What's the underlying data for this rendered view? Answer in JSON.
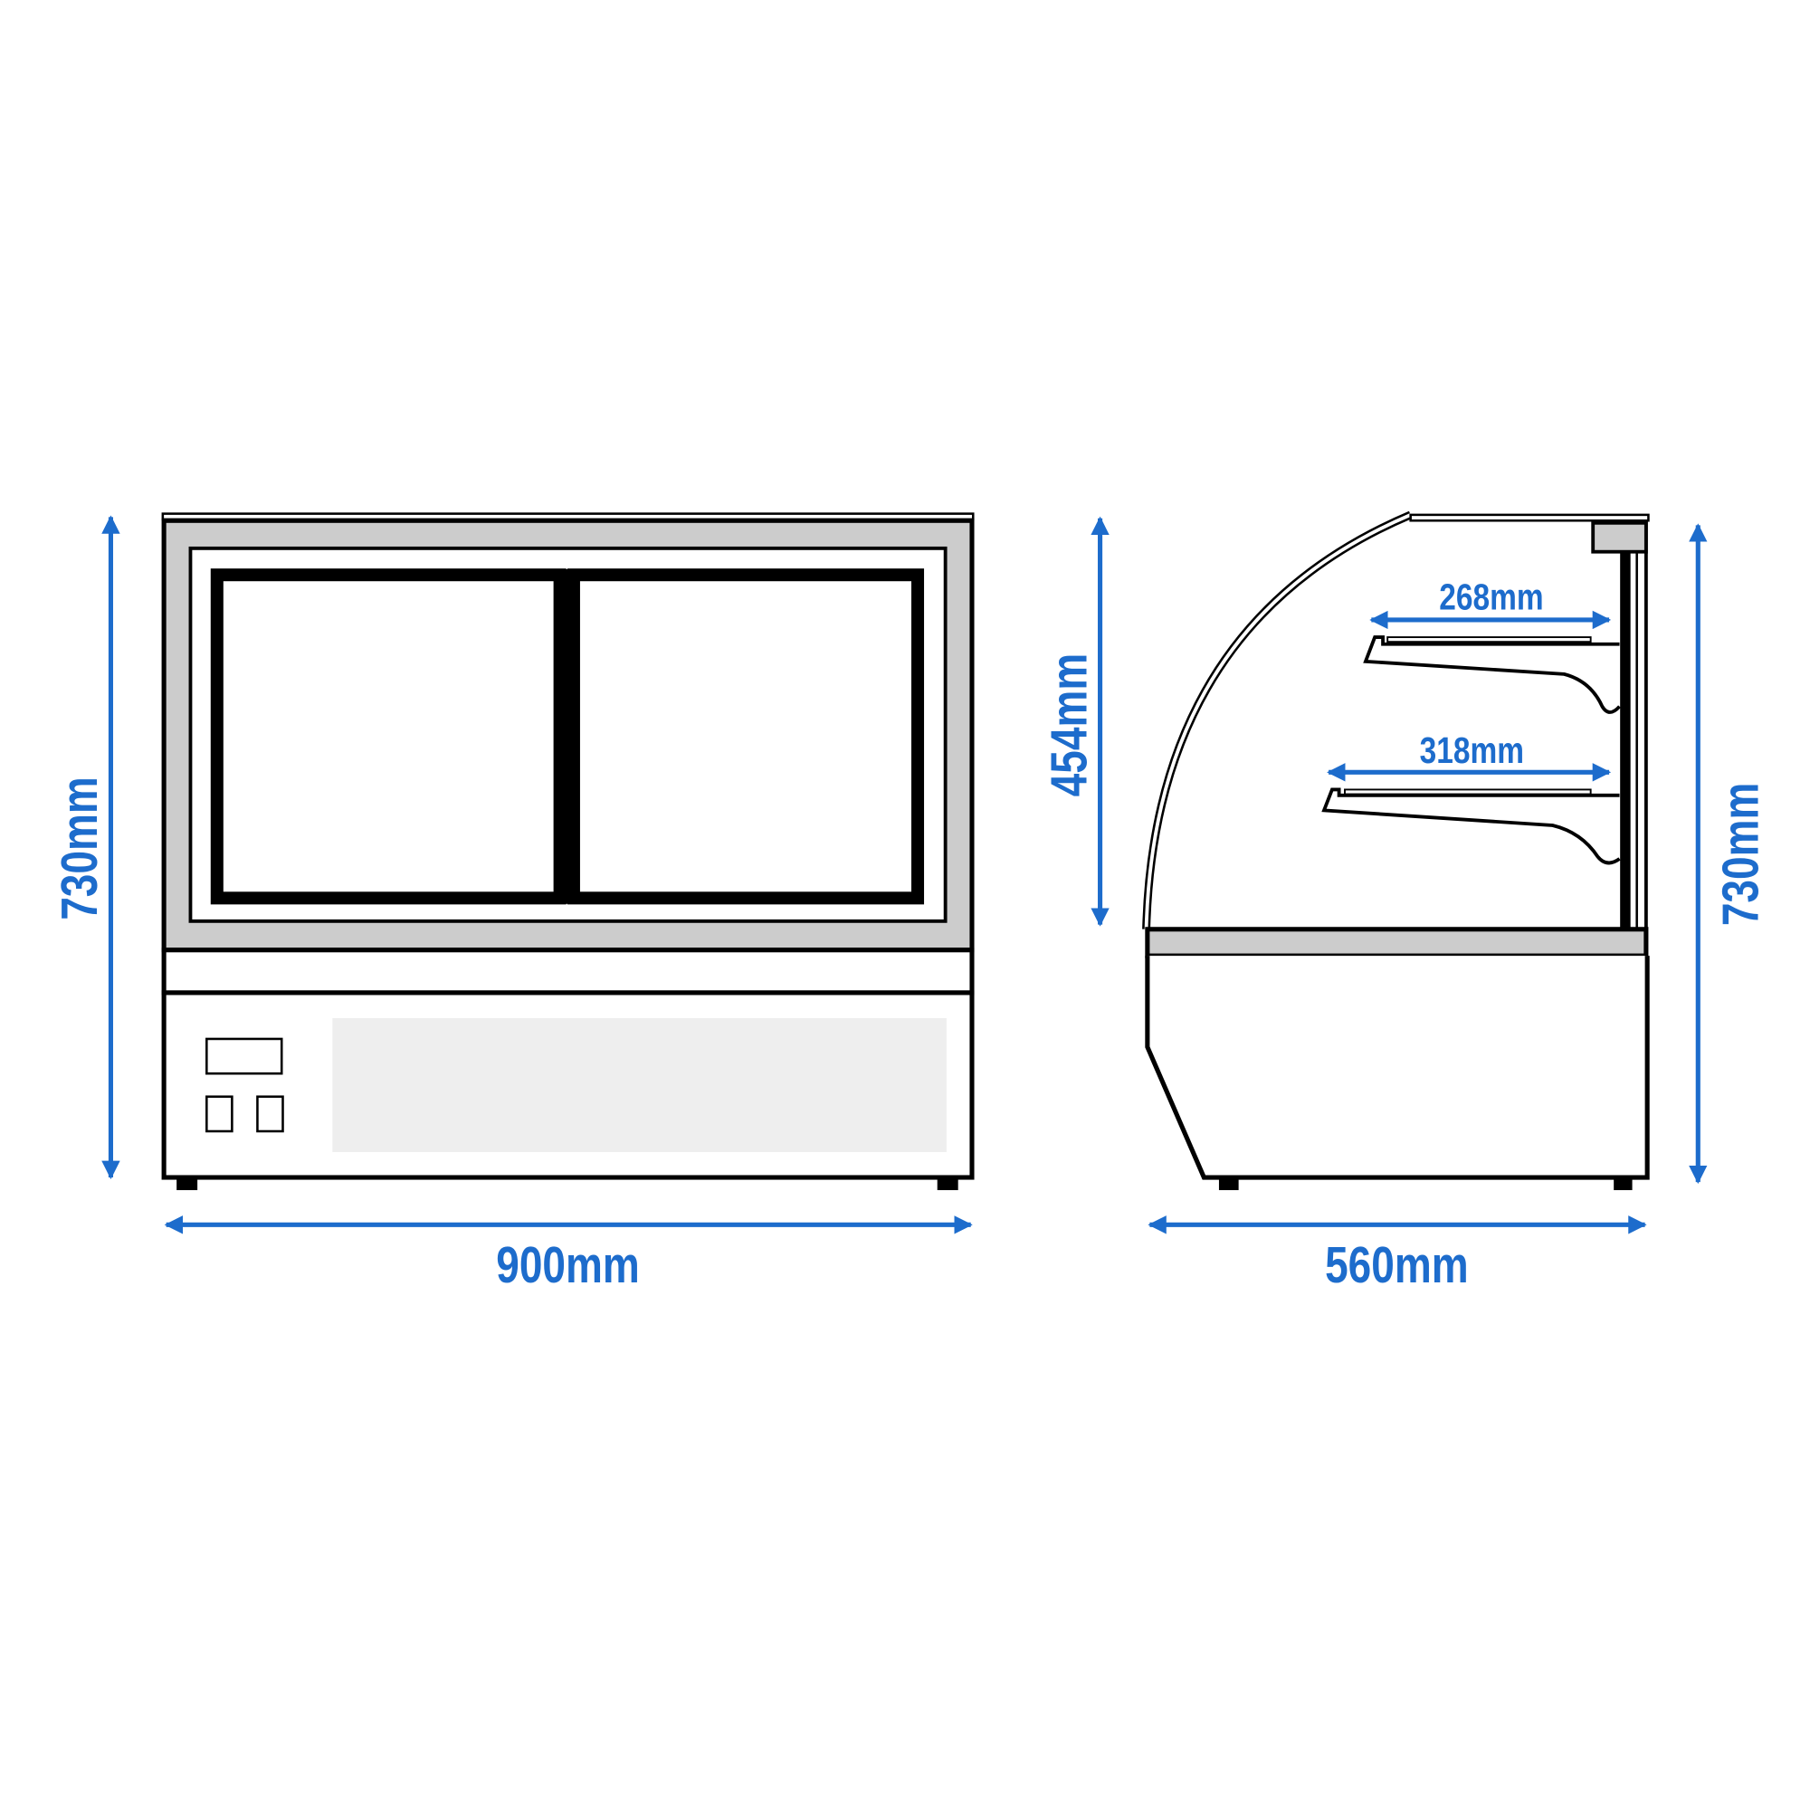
{
  "colors": {
    "dimension": "#1d6ccc",
    "outline": "#000000",
    "panel_grey": "#cccccc",
    "light_panel": "#eeeeee"
  },
  "front_view": {
    "height_label": "730mm",
    "width_label": "900mm"
  },
  "side_view": {
    "display_height_label": "454mm",
    "height_label": "730mm",
    "depth_label": "560mm",
    "upper_shelf_label": "268mm",
    "lower_shelf_label": "318mm"
  }
}
